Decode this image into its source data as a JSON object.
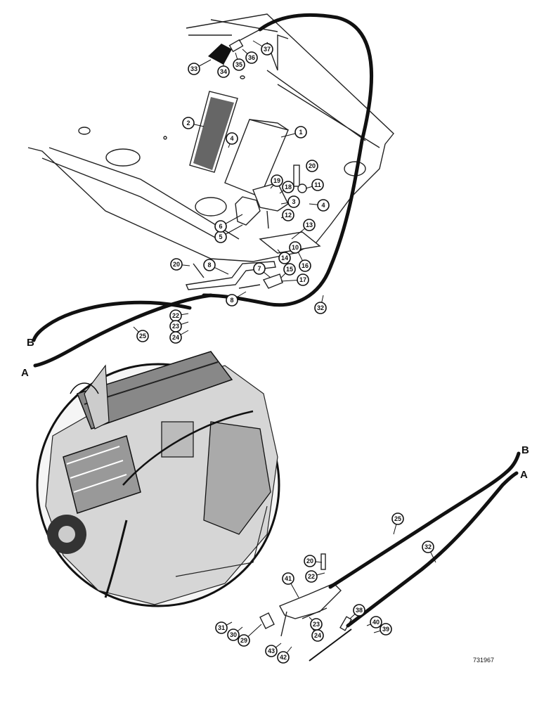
{
  "figure_number": "731967",
  "cable_end_labels": {
    "b_top": "B",
    "a_top": "A",
    "b_bottom": "B",
    "a_bottom": "A"
  },
  "callouts": [
    {
      "id": "c1",
      "text": "1"
    },
    {
      "id": "c2",
      "text": "2"
    },
    {
      "id": "c3",
      "text": "3"
    },
    {
      "id": "c4a",
      "text": "4"
    },
    {
      "id": "c4b",
      "text": "4"
    },
    {
      "id": "c5",
      "text": "5"
    },
    {
      "id": "c6",
      "text": "6"
    },
    {
      "id": "c7",
      "text": "7"
    },
    {
      "id": "c8a",
      "text": "8"
    },
    {
      "id": "c8b",
      "text": "8"
    },
    {
      "id": "c10",
      "text": "10"
    },
    {
      "id": "c11",
      "text": "11"
    },
    {
      "id": "c12",
      "text": "12"
    },
    {
      "id": "c13",
      "text": "13"
    },
    {
      "id": "c14",
      "text": "14"
    },
    {
      "id": "c15",
      "text": "15"
    },
    {
      "id": "c16",
      "text": "16"
    },
    {
      "id": "c17",
      "text": "17"
    },
    {
      "id": "c18",
      "text": "18"
    },
    {
      "id": "c19",
      "text": "19"
    },
    {
      "id": "c20a",
      "text": "20"
    },
    {
      "id": "c20b",
      "text": "20"
    },
    {
      "id": "c22a",
      "text": "22"
    },
    {
      "id": "c23a",
      "text": "23"
    },
    {
      "id": "c24a",
      "text": "24"
    },
    {
      "id": "c25a",
      "text": "25"
    },
    {
      "id": "c32a",
      "text": "32"
    },
    {
      "id": "c33",
      "text": "33"
    },
    {
      "id": "c34",
      "text": "34"
    },
    {
      "id": "c35",
      "text": "35"
    },
    {
      "id": "c36",
      "text": "36"
    },
    {
      "id": "c37",
      "text": "37"
    },
    {
      "id": "c25b",
      "text": "25"
    },
    {
      "id": "c32b",
      "text": "32"
    },
    {
      "id": "c20c",
      "text": "20"
    },
    {
      "id": "c22b",
      "text": "22"
    },
    {
      "id": "c41",
      "text": "41"
    },
    {
      "id": "c31",
      "text": "31"
    },
    {
      "id": "c30a",
      "text": "30"
    },
    {
      "id": "c29",
      "text": "29"
    },
    {
      "id": "c43",
      "text": "43"
    },
    {
      "id": "c42",
      "text": "42"
    },
    {
      "id": "c23b",
      "text": "23"
    },
    {
      "id": "c24b",
      "text": "24"
    },
    {
      "id": "c38a",
      "text": "38"
    },
    {
      "id": "c40",
      "text": "40"
    },
    {
      "id": "c39",
      "text": "39"
    }
  ]
}
